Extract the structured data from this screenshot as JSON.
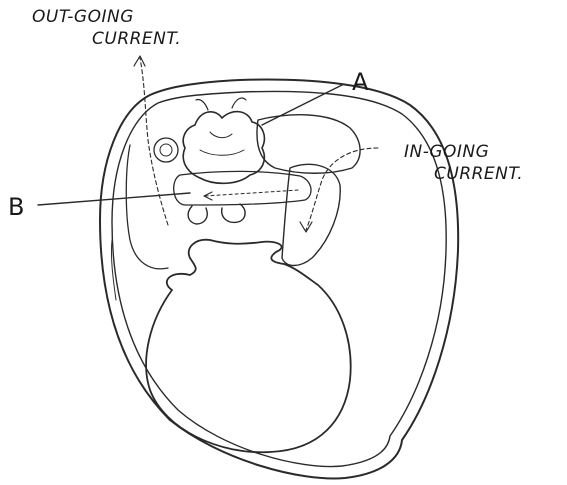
{
  "labels": {
    "out_going_line1": "OUT-GOING",
    "out_going_line2": "CURRENT.",
    "in_going_line1": "IN-GOING",
    "in_going_line2": "CURRENT.",
    "letter_a": "A",
    "letter_b": "B"
  },
  "colors": {
    "ink": "#2a2a2a",
    "background": "#ffffff"
  }
}
